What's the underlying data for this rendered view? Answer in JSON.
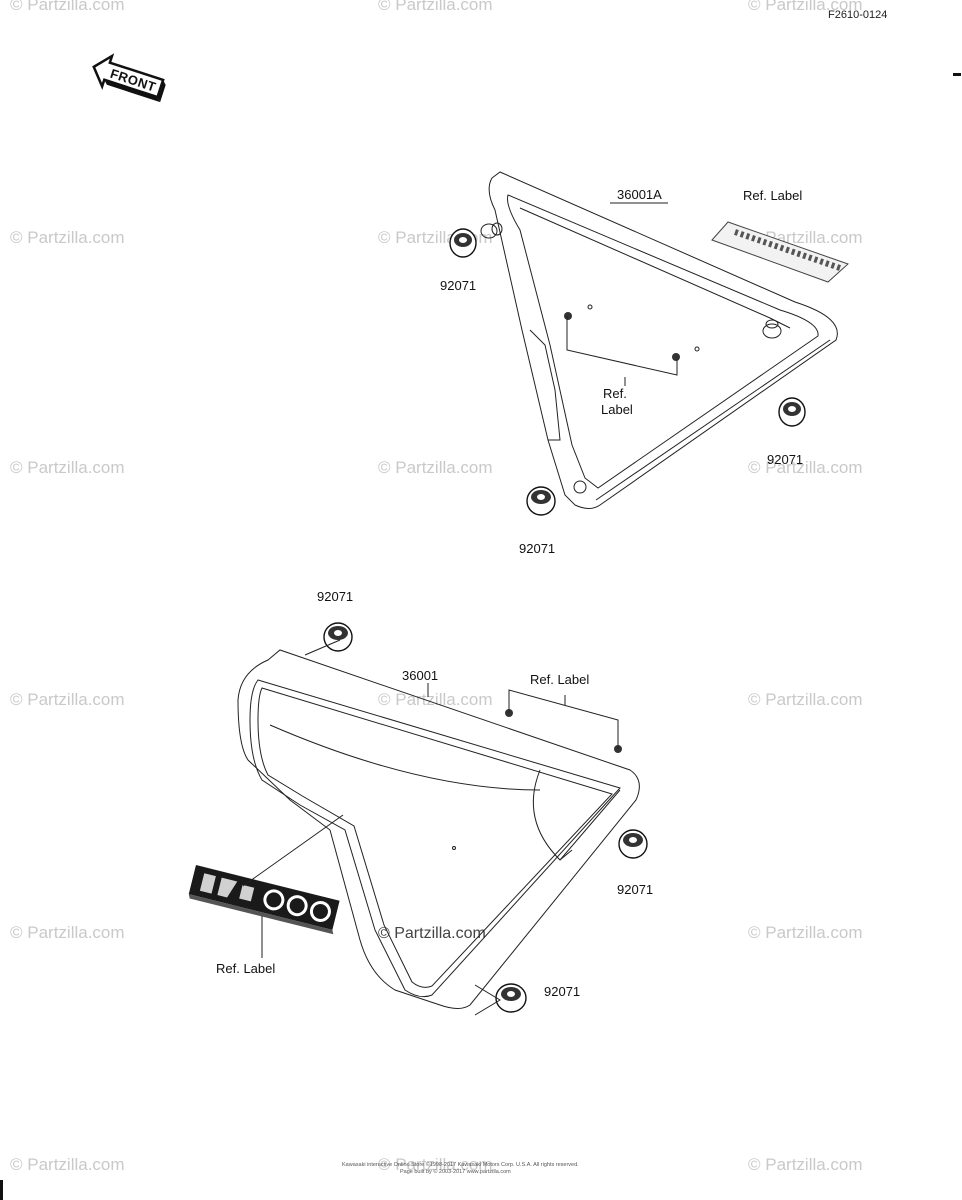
{
  "figure_code": "F2610-0124",
  "front_label": "FRONT",
  "watermark": "© Partzilla.com",
  "callouts": {
    "upper_cover": "36001A",
    "lower_cover": "36001",
    "grommet": "92071",
    "ref_label_top": "Ref. Label",
    "ref_label_mid_line1": "Ref.",
    "ref_label_mid_line2": "Label",
    "ref_label_lower": "Ref. Label",
    "ref_label_emblem": "Ref. Label"
  },
  "copyright_lines": [
    "Kawasaki interactive Online Store ©1998-2017 Kawasaki Motors Corp. U.S.A. All rights reserved.",
    "Page built by © 2003-2017 www.partzilla.com"
  ],
  "colors": {
    "ink": "#222222",
    "watermark": "#c9c9c9",
    "emblem": "#1a1a1a"
  }
}
